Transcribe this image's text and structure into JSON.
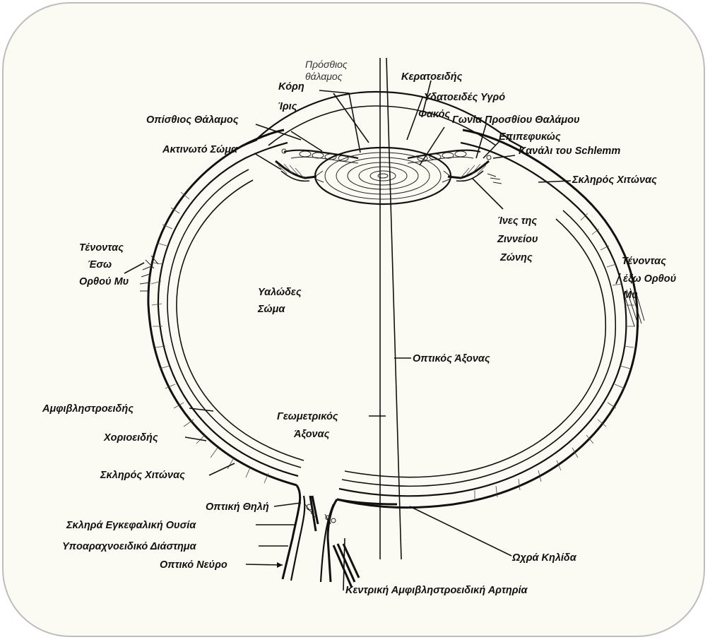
{
  "labels": {
    "anterior_chamber_1": "Πρόσθιος",
    "anterior_chamber_2": "θάλαμος",
    "pupil": "Κόρη",
    "cornea": "Κερατοειδής",
    "aqueous": "Υδατοειδές Υγρό",
    "lens": "Φακός",
    "angle": "Γωνία Προσθίου Θαλάμου",
    "iris": "Ίρις",
    "posterior_chamber": "Οπίσθιος Θάλαμος",
    "conjunctiva": "Επιπεφυκώς",
    "schlemm": "Κανάλι του Schlemm",
    "ciliary_body": "Ακτινωτό Σώμα",
    "sclera_top": "Σκληρός Χιτώνας",
    "zonule_1": "Ίνες της",
    "zonule_2": "Ζιννείου",
    "zonule_3": "Ζώνης",
    "medial_tendon_1": "Τένοντας",
    "medial_tendon_2": "Έσω",
    "medial_tendon_3": "Ορθού Μυ",
    "lateral_tendon_1": "Τένοντας",
    "lateral_tendon_2": "έξω Ορθού",
    "lateral_tendon_3": "Μυ",
    "vitreous_1": "Υαλώδες",
    "vitreous_2": "Σώμα",
    "optical_axis": "Οπτικός Άξονας",
    "retina": "Αμφιβληστροειδής",
    "geometric_axis_1": "Γεωμετρικός",
    "geometric_axis_2": "Άξονας",
    "choroid": "Χοριοειδής",
    "sclera_bottom": "Σκληρός Χιτώνας",
    "optic_disc": "Οπτική Θηλή",
    "dura": "Σκληρά Εγκεφαλική Ουσία",
    "subarachnoid": "Υποαραχνοειδικό Διάστημα",
    "macula": "Ωχρά Κηλίδα",
    "optic_nerve": "Οπτικό Νεύρο",
    "central_artery": "Κεντρική Αμφιβληστροειδική Αρτηρία"
  }
}
